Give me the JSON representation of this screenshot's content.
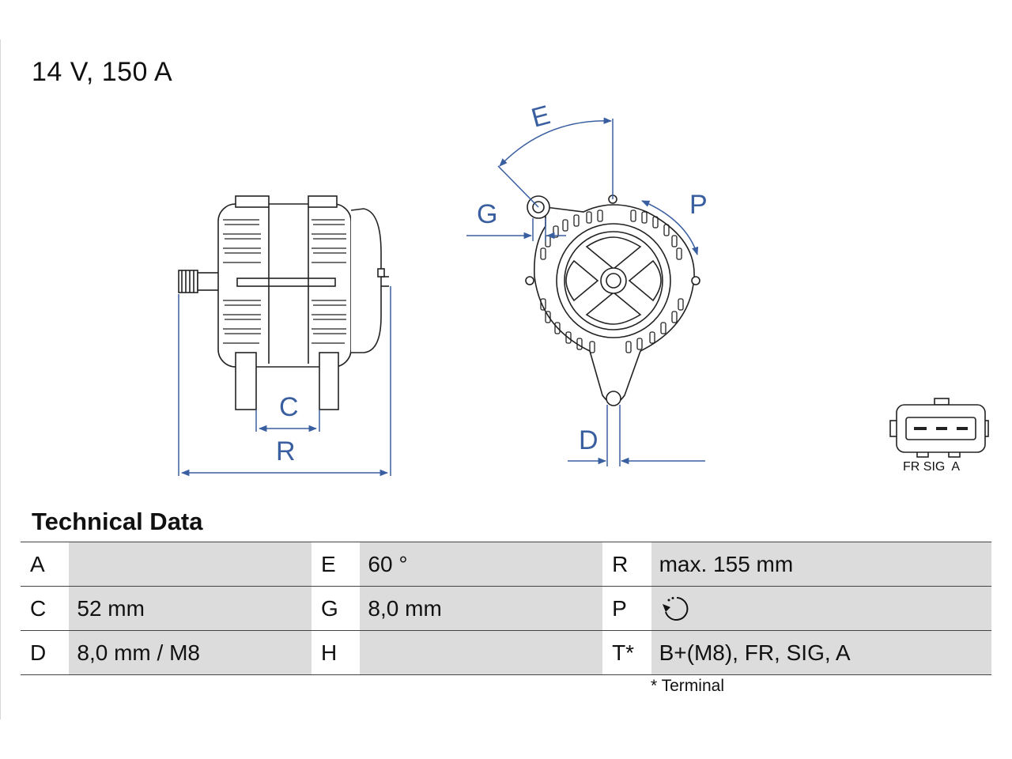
{
  "header": {
    "title": "14 V, 150 A"
  },
  "drawing": {
    "dimension_labels": {
      "E": "E",
      "G": "G",
      "P": "P",
      "C": "C",
      "R": "R",
      "D": "D"
    },
    "connector": {
      "label": "FR SIG  A"
    },
    "accent_color": "#3a5fa0"
  },
  "technical_data": {
    "title": "Technical Data",
    "rows": [
      [
        {
          "key": "A",
          "value": ""
        },
        {
          "key": "E",
          "value": "60 °"
        },
        {
          "key": "R",
          "value": "max. 155 mm"
        }
      ],
      [
        {
          "key": "C",
          "value": "52 mm"
        },
        {
          "key": "G",
          "value": "8,0 mm"
        },
        {
          "key": "P",
          "value": "",
          "icon": "clockwise-rotation-icon"
        }
      ],
      [
        {
          "key": "D",
          "value": "8,0 mm / M8"
        },
        {
          "key": "H",
          "value": ""
        },
        {
          "key": "T*",
          "value": "B+(M8), FR, SIG, A"
        }
      ]
    ],
    "footnote": "* Terminal"
  }
}
